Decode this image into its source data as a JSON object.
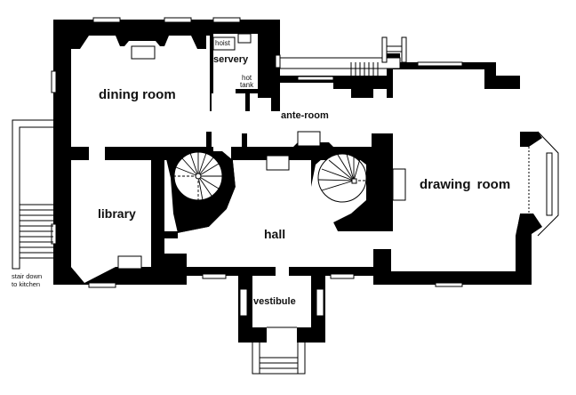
{
  "diagram": {
    "type": "floor-plan",
    "colors": {
      "wall": "#000000",
      "floor": "#ffffff",
      "line": "#000000",
      "window": "#ffffff"
    },
    "rooms": [
      {
        "id": "dining-room",
        "label": "dining room"
      },
      {
        "id": "servery",
        "label": "servery"
      },
      {
        "id": "hoist",
        "label": "hoist"
      },
      {
        "id": "hot-tank",
        "label": "hot tank",
        "lines": [
          "hot",
          "tank"
        ]
      },
      {
        "id": "ante-room",
        "label": "ante-room"
      },
      {
        "id": "drawing-room",
        "label": "drawing room"
      },
      {
        "id": "library",
        "label": "library"
      },
      {
        "id": "hall",
        "label": "hall"
      },
      {
        "id": "vestibule",
        "label": "vestibule"
      }
    ],
    "annotations": [
      {
        "id": "stair-note",
        "lines": [
          "stair down",
          "to kitchen"
        ]
      }
    ],
    "features": [
      "spiral-stair-left",
      "spiral-stair-right",
      "entrance-steps",
      "rear-steps",
      "side-stair-down",
      "bay-window"
    ]
  }
}
